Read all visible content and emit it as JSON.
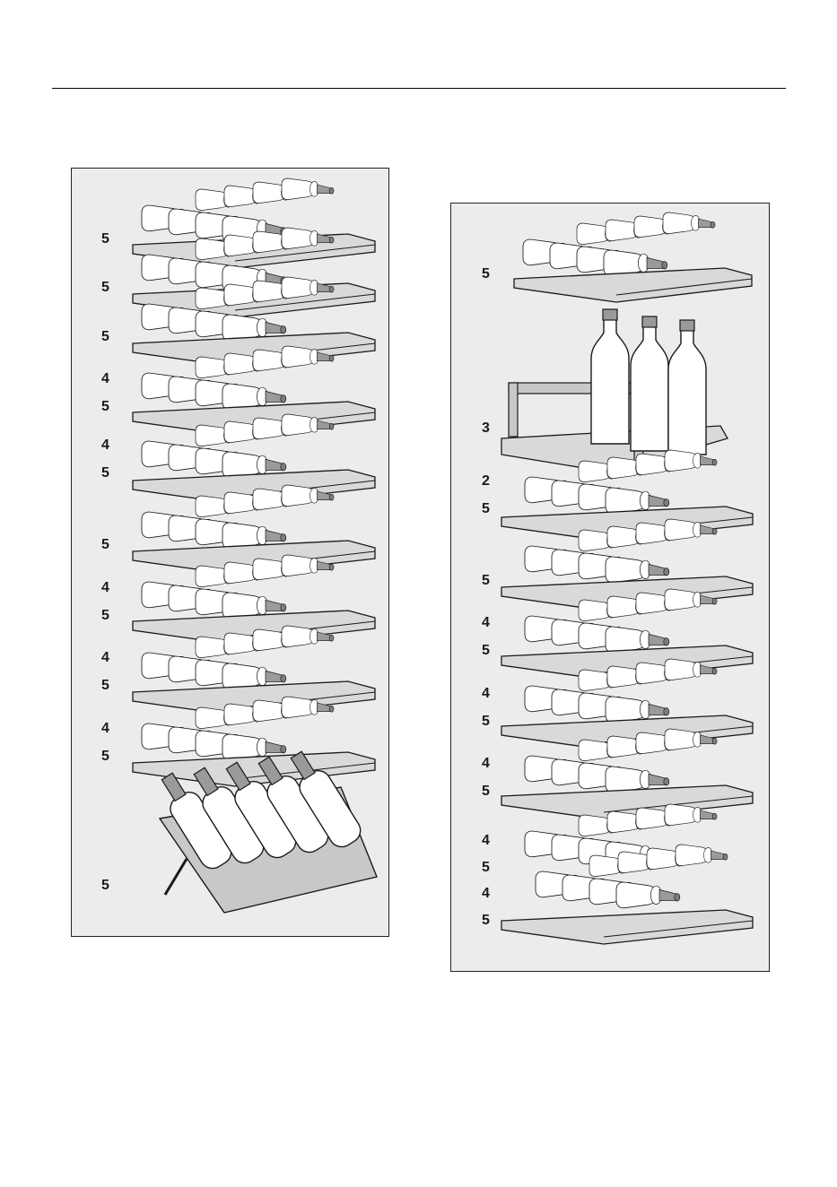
{
  "colors": {
    "panel_bg": "#ececec",
    "outline": "#1a1a1a",
    "bottle_body": "#ffffff",
    "bottle_neck": "#9a9a9a",
    "shelf_front": "#d9d9d9",
    "rack_grey": "#c8c8c8"
  },
  "left_panel": {
    "rows": [
      {
        "label": "5",
        "shelf": true
      },
      {
        "label": "5",
        "shelf": true
      },
      {
        "label": "5",
        "shelf": true
      },
      {
        "label": "4",
        "shelf": false
      },
      {
        "label": "5",
        "shelf": true
      },
      {
        "label": "4",
        "shelf": false
      },
      {
        "label": "5",
        "shelf": true,
        "presentation": true
      },
      {
        "label": "5",
        "shelf": true
      },
      {
        "label": "4",
        "shelf": false
      },
      {
        "label": "5",
        "shelf": true
      },
      {
        "label": "4",
        "shelf": false
      },
      {
        "label": "5",
        "shelf": true
      },
      {
        "label": "4",
        "shelf": false
      },
      {
        "label": "5",
        "shelf": true
      },
      {
        "label": "5",
        "shelf": false,
        "tilted_rack": true
      }
    ]
  },
  "right_panel": {
    "rows": [
      {
        "label": "5",
        "shelf": true
      },
      {
        "label": "3",
        "shelf": true,
        "upright_rack": true
      },
      {
        "label": "2",
        "shelf": false
      },
      {
        "label": "5",
        "shelf": true,
        "presentation": true
      },
      {
        "label": "5",
        "shelf": true
      },
      {
        "label": "4",
        "shelf": false
      },
      {
        "label": "5",
        "shelf": true
      },
      {
        "label": "4",
        "shelf": false
      },
      {
        "label": "5",
        "shelf": true
      },
      {
        "label": "4",
        "shelf": false
      },
      {
        "label": "5",
        "shelf": true
      },
      {
        "label": "4",
        "shelf": false
      },
      {
        "label": "5",
        "shelf": false
      },
      {
        "label": "4",
        "shelf": false
      },
      {
        "label": "5",
        "shelf": true
      }
    ]
  }
}
